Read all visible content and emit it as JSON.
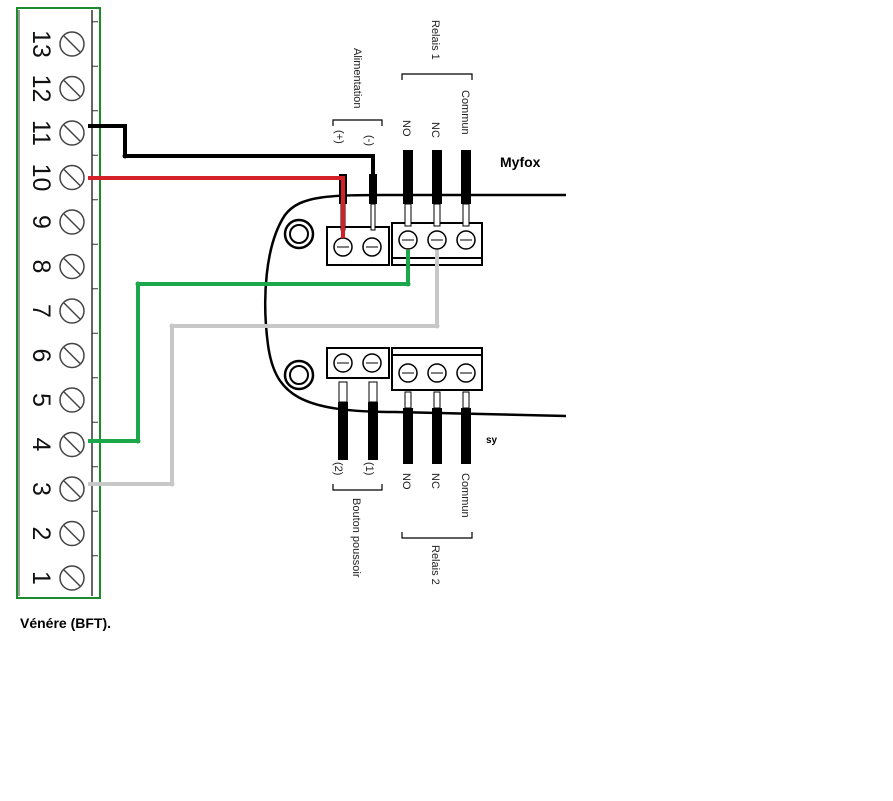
{
  "terminal_block": {
    "numbers": [
      "13",
      "12",
      "11",
      "10",
      "9",
      "8",
      "7",
      "6",
      "5",
      "4",
      "3",
      "2",
      "1"
    ],
    "caption": "Vénére (BFT)."
  },
  "module": {
    "brand": "Myfox",
    "label_sy": "sy",
    "alimentation": "Alimentation",
    "alim_plus": "(+)",
    "alim_minus": "(-)",
    "relais1": "Relais 1",
    "relais2": "Relais 2",
    "no": "NO",
    "nc": "NC",
    "commun": "Commun",
    "bouton": "Bouton poussoir",
    "bp2": "(2)",
    "bp1": "(1)"
  },
  "wires": [
    {
      "color": "#000000",
      "from_terminal": "11",
      "to": "Alimentation (-)"
    },
    {
      "color": "#d42027",
      "from_terminal": "10",
      "to": "Alimentation (+)"
    },
    {
      "color": "#1aa84a",
      "from_terminal": "4",
      "to": "Relais 1 NO"
    },
    {
      "color": "#c8c8c8",
      "from_terminal": "3",
      "to": "Relais 1 NC"
    }
  ]
}
